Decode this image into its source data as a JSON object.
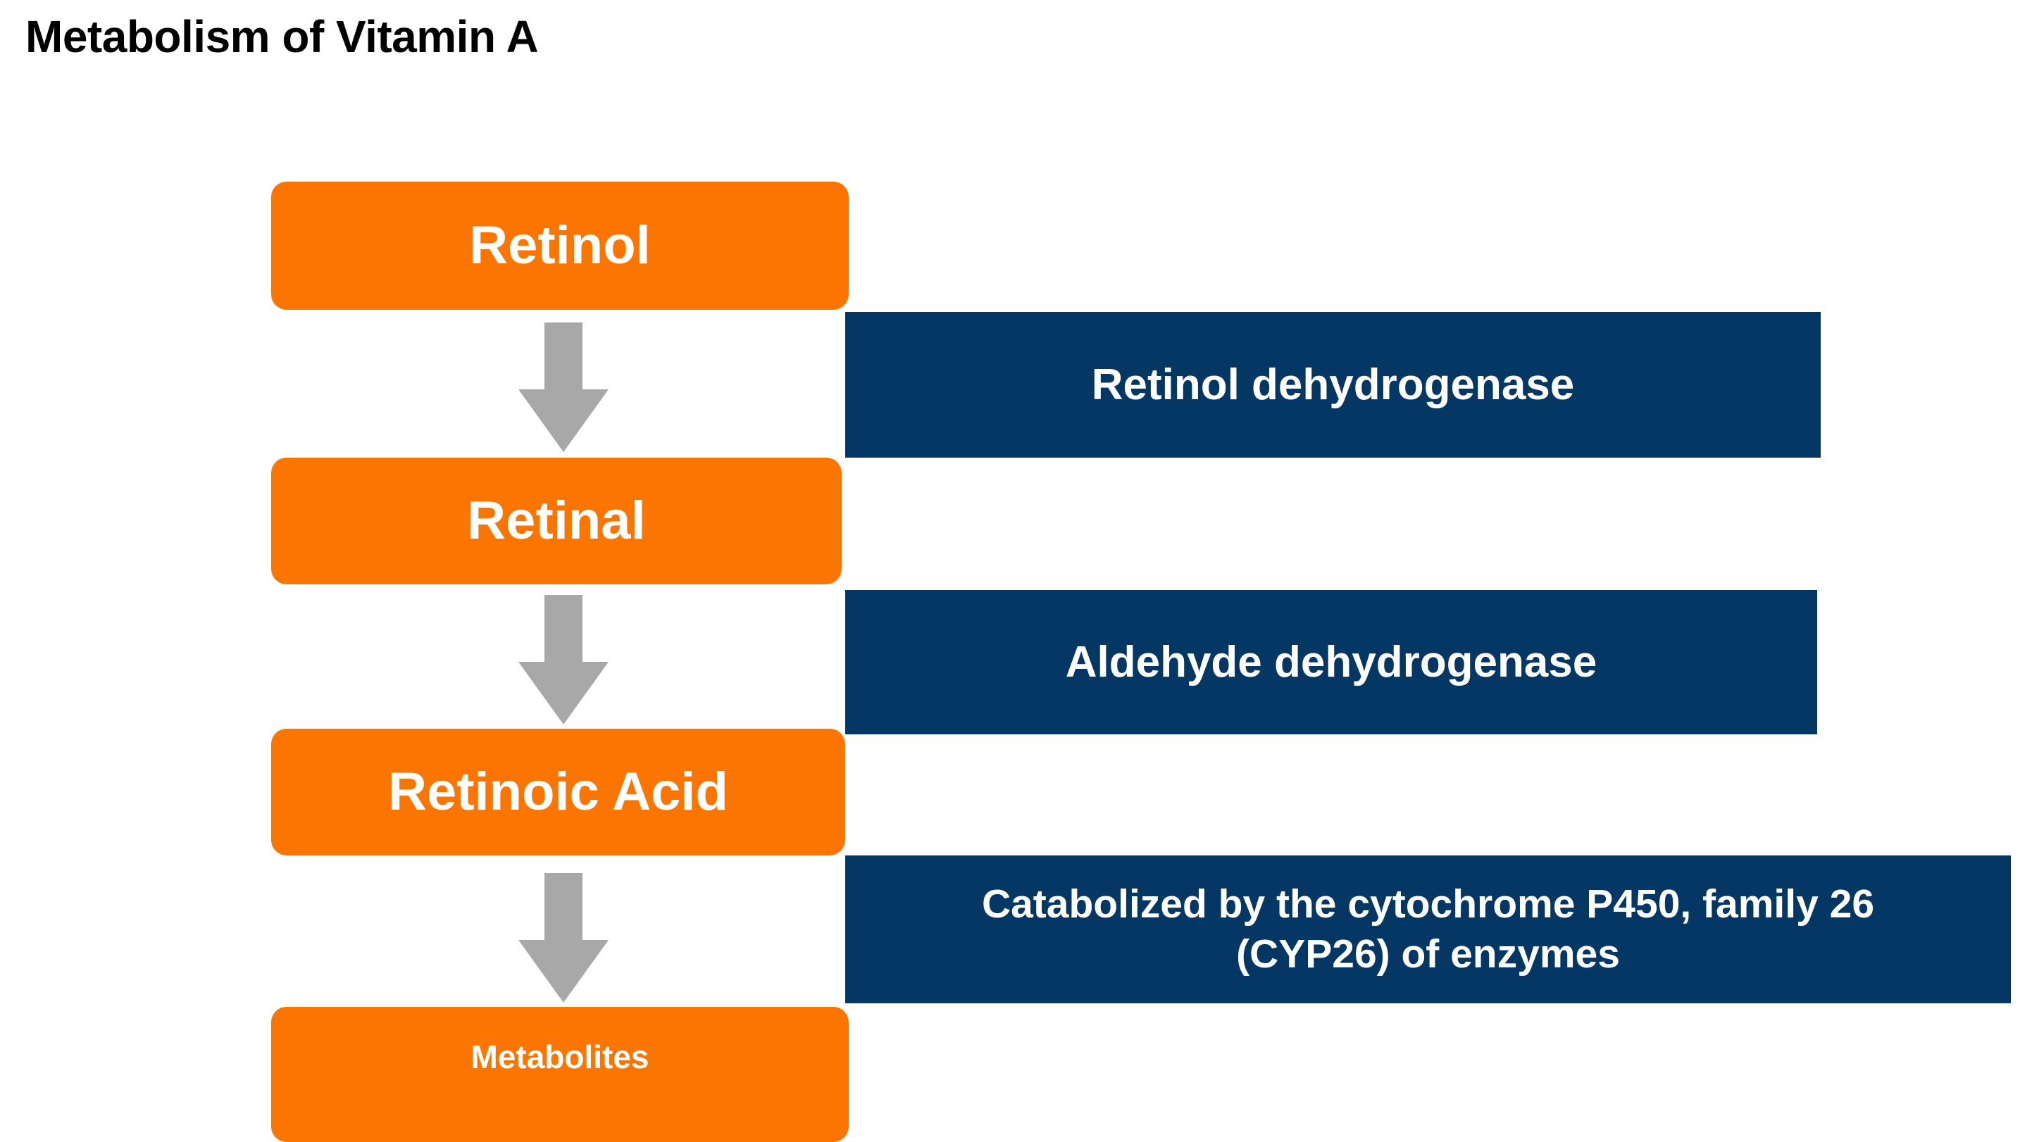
{
  "title": "Metabolism of Vitamin A",
  "colors": {
    "metabolite_box": "#FC7500",
    "enzyme_box": "#043764",
    "arrow": "#A8A8A8",
    "background": "#FFFFFF",
    "title_text": "#000000",
    "box_text": "#FFFFFF"
  },
  "pathway": {
    "metabolites": [
      {
        "id": "retinol",
        "label": "Retinol"
      },
      {
        "id": "retinal",
        "label": "Retinal"
      },
      {
        "id": "retinoic-acid",
        "label": "Retinoic Acid"
      },
      {
        "id": "metabolites",
        "label": "Metabolites"
      }
    ],
    "enzymes": [
      {
        "id": "retinol-dehydrogenase",
        "label": "Retinol dehydrogenase",
        "line1": "Retinol dehydrogenase",
        "line2": ""
      },
      {
        "id": "aldehyde-dehydrogenase",
        "label": "Aldehyde dehydrogenase",
        "line1": "Aldehyde dehydrogenase",
        "line2": ""
      },
      {
        "id": "cyp26",
        "label": "Catabolized by the cytochrome P450, family 26 (CYP26) of enzymes",
        "line1": "Catabolized by the cytochrome P450, family 26",
        "line2": "(CYP26) of enzymes"
      }
    ],
    "steps": [
      {
        "from": "Retinol",
        "to": "Retinal",
        "enzyme": "Retinol dehydrogenase"
      },
      {
        "from": "Retinal",
        "to": "Retinoic Acid",
        "enzyme": "Aldehyde dehydrogenase"
      },
      {
        "from": "Retinoic Acid",
        "to": "Metabolites",
        "enzyme": "Catabolized by the cytochrome P450, family 26 (CYP26) of enzymes"
      }
    ],
    "arrows": [
      {
        "id": "retinol-to-retinal",
        "direction": "down"
      },
      {
        "id": "retinal-to-ra",
        "direction": "down"
      },
      {
        "id": "ra-to-metabolites",
        "direction": "down"
      }
    ]
  }
}
